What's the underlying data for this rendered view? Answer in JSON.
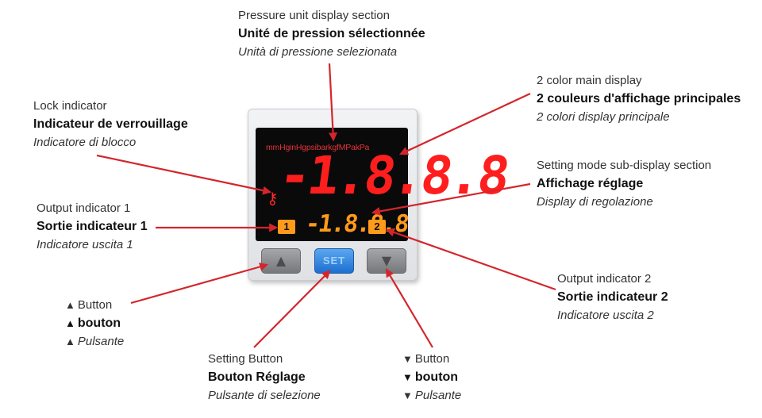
{
  "labels": {
    "pressure_unit": {
      "en": "Pressure unit display section",
      "fr": "Unité de pression sélectionnée",
      "it": "Unità di pressione selezionata"
    },
    "main_display": {
      "en": "2 color main display",
      "fr": "2 couleurs d'affichage principales",
      "it": "2 colori display principale"
    },
    "lock": {
      "en": "Lock indicator",
      "fr": "Indicateur de verrouillage",
      "it": "Indicatore di blocco"
    },
    "sub_display": {
      "en": "Setting mode sub-display section",
      "fr": "Affichage réglage",
      "it": "Display di regolazione"
    },
    "output1": {
      "en": "Output indicator 1",
      "fr": "Sortie indicateur 1",
      "it": "Indicatore uscita 1"
    },
    "output2": {
      "en": "Output indicator 2",
      "fr": "Sortie indicateur 2",
      "it": "Indicatore uscita 2"
    },
    "up_button": {
      "symbol": "▲",
      "en": "Button",
      "fr": "bouton",
      "it": "Pulsante"
    },
    "setting_button": {
      "en": "Setting Button",
      "fr": "Bouton Réglage",
      "it": "Pulsante di selezione"
    },
    "down_button": {
      "symbol": "▼",
      "en": "Button",
      "fr": "bouton",
      "it": "Pulsante"
    }
  },
  "device": {
    "units_text": "mmHginHgpsibarkgfMPakPa",
    "main_value": "-1.8.8.8",
    "sub_value": "-1.8.8.8",
    "output1_badge": "1",
    "output2_badge": "2",
    "set_label": "SET",
    "up_glyph": "▲",
    "down_glyph": "▼",
    "lock_glyph": "⚷"
  },
  "colors": {
    "arrow": "#d3262c",
    "main_display": "#ff1e1e",
    "sub_display": "#ff9a1a",
    "set_button": "#2a7fe0"
  }
}
